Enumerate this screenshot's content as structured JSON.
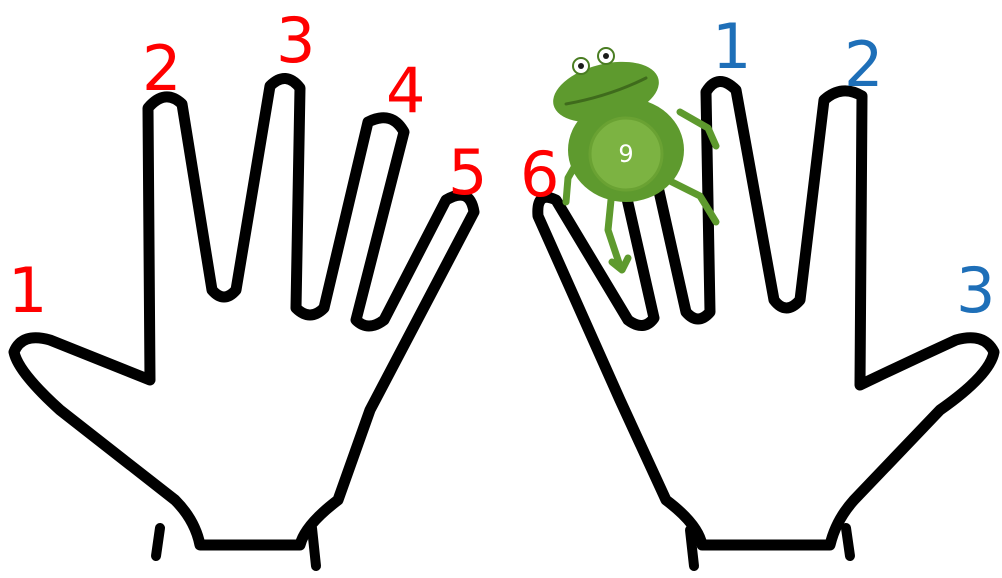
{
  "left_hand": {
    "labels": [
      "1",
      "2",
      "3",
      "4",
      "5"
    ],
    "color": "#ff0000"
  },
  "right_hand": {
    "labels_red": [
      "6"
    ],
    "labels_blue": [
      "1",
      "2",
      "3"
    ],
    "red_color": "#ff0000",
    "blue_color": "#1e6fb8"
  },
  "frog": {
    "badge_number": "9",
    "body_color": "#5e9a2e"
  }
}
